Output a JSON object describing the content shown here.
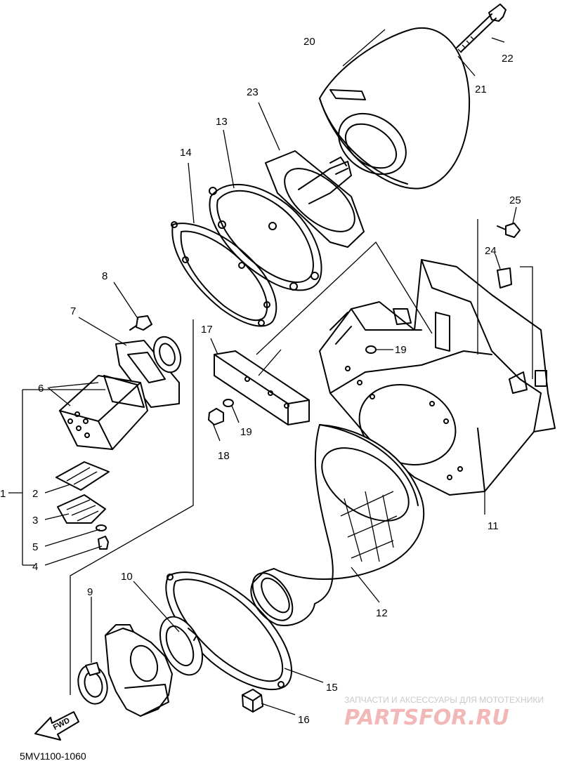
{
  "labels": {
    "p1": "1",
    "p2": "2",
    "p3": "3",
    "p4": "4",
    "p5": "5",
    "p6": "6",
    "p7": "7",
    "p8": "8",
    "p9": "9",
    "p10": "10",
    "p11": "11",
    "p12": "12",
    "p13": "13",
    "p14": "14",
    "p15": "15",
    "p16": "16",
    "p17": "17",
    "p18": "18",
    "p19a": "19",
    "p19b": "19",
    "p20": "20",
    "p21": "21",
    "p22": "22",
    "p23": "23",
    "p24": "24",
    "p25": "25"
  },
  "fwd_label": "FWD",
  "diagram_code": "5MV1100-1060",
  "watermark": {
    "tagline": "ЗАПЧАСТИ И АКСЕССУАРЫ ДЛЯ МОТОТЕХНИКИ",
    "logo": "PARTSFOR.RU",
    "color": "#f2b8b8"
  }
}
